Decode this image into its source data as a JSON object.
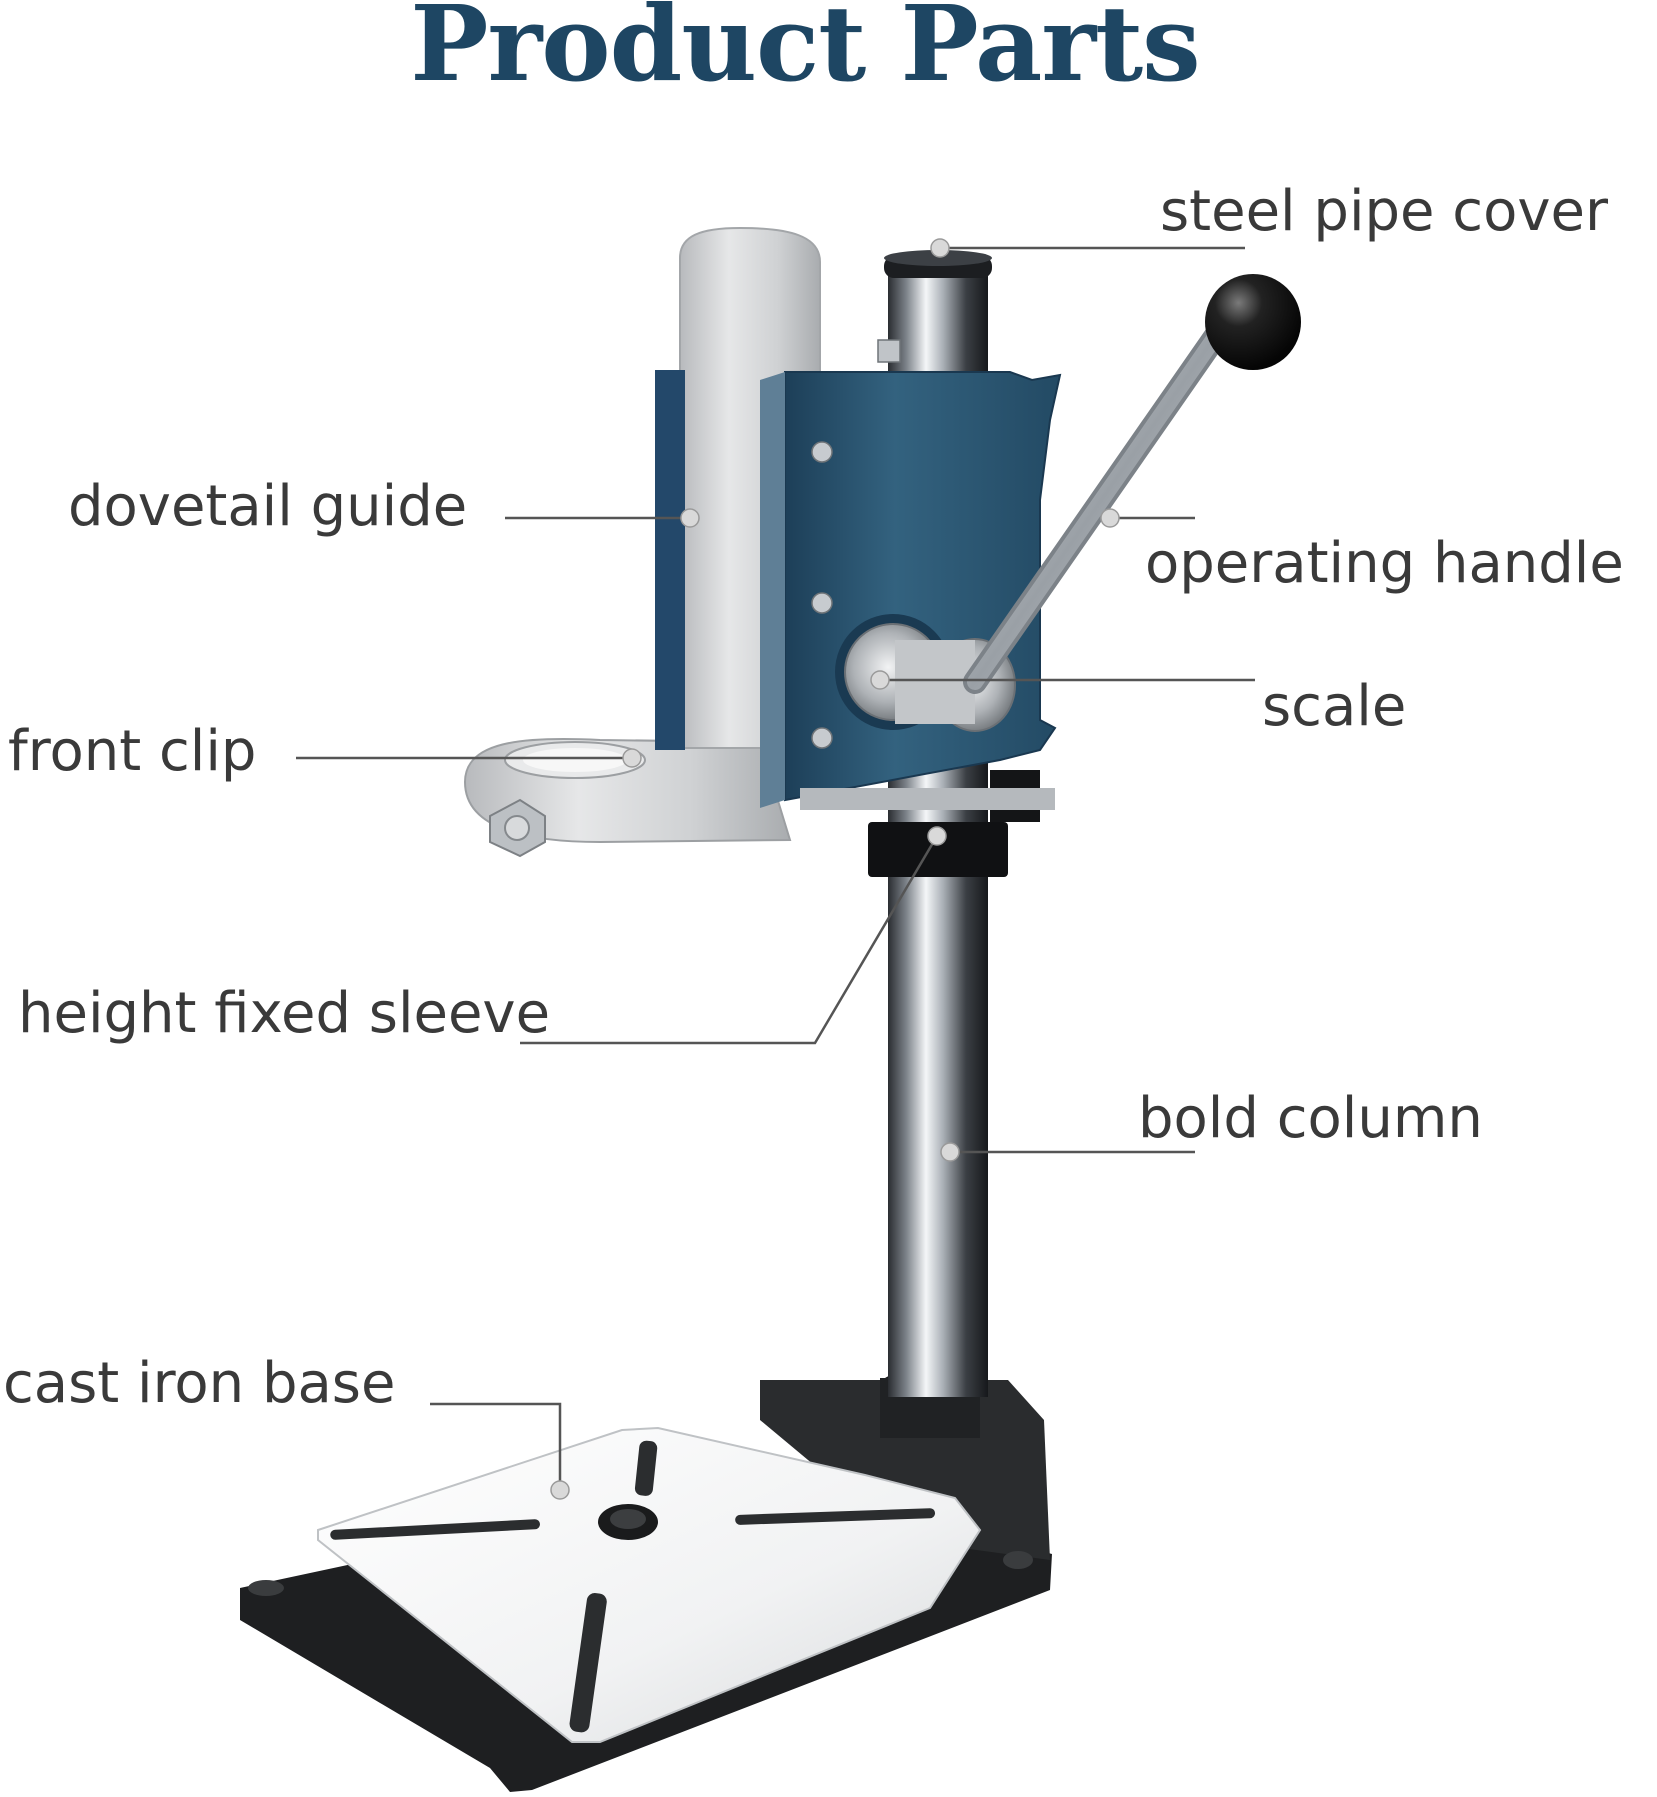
{
  "title": "Product Parts",
  "colors": {
    "title": "#1e4663",
    "text": "#3a3a3a",
    "leader": "#555555",
    "stand_blue": "#2c5877",
    "column_steel": "#b9bec4",
    "guide_silver": "#c9cbcd",
    "base_black": "#1e1f21"
  },
  "labels": {
    "steel_pipe_cover": "steel pipe cover",
    "dovetail_guide": "dovetail guide",
    "operating_handle": "operating handle",
    "scale": "scale",
    "front_clip": "front clip",
    "height_fixed_sleeve": "height fixed sleeve",
    "bold_column": "bold column",
    "cast_iron_base": "cast iron base"
  }
}
